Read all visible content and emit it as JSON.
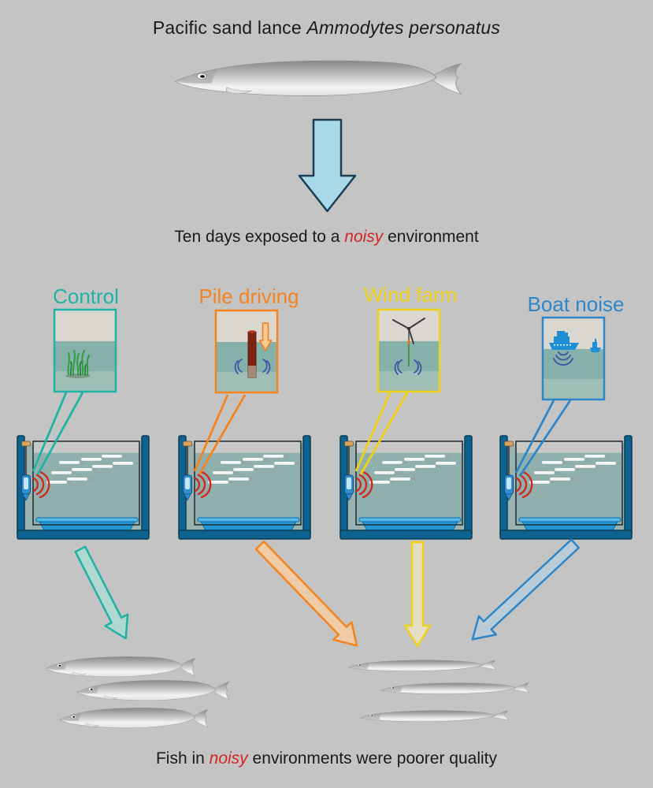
{
  "title": {
    "regular": "Pacific sand lance",
    "italic": "Ammodytes personatus"
  },
  "captions": {
    "exposure": {
      "pre": "Ten days exposed to a ",
      "emphasis": "noisy",
      "post": " environment"
    },
    "result": {
      "pre": "Fish in ",
      "emphasis": "noisy",
      "post": " environments were poorer quality"
    }
  },
  "treatments": [
    {
      "label": "Control",
      "color": "#1fb3a4",
      "icon": "seagrass-icon"
    },
    {
      "label": "Pile driving",
      "color": "#f5831f",
      "icon": "pile-driver-icon"
    },
    {
      "label": "Wind farm",
      "color": "#f0d117",
      "icon": "wind-turbine-icon"
    },
    {
      "label": "Boat noise",
      "color": "#2e86c8",
      "icon": "boats-icon"
    }
  ],
  "tanks": {
    "count": 4,
    "fish_per_tank": 9,
    "equipment_icon": "underwater-speaker-icon",
    "sound_icon": "red-sound-waves-icon"
  },
  "outcome": {
    "healthy_fish_count": 3,
    "poor_fish_count": 3
  },
  "icons": {
    "exposure_arrow": "large-down-block-arrow",
    "outcome_arrows": [
      "teal-down-right-arrow",
      "orange-down-right-arrow",
      "yellow-down-arrow",
      "blue-down-left-arrow"
    ]
  },
  "colors": {
    "bg": "#c4c4c4",
    "ink": "#1a1a1a",
    "red": "#d42421",
    "teal": "#1fb3a4",
    "orange": "#f5831f",
    "yellow": "#f0d117",
    "blue": "#2e86c8",
    "arrowFill": "#a9d9e9",
    "arrowEdge": "#1d3e52",
    "tankWall": "#0e6290",
    "tankEdge": "#0a3c55",
    "water": "#8fb0ad",
    "airBand": "#c8c8c6",
    "basin": "#2196d6",
    "waveRed": "#d02a1e",
    "waveBlue": "#3d55a5",
    "speakerBlue": "#2f8fd0",
    "panelSky": "#dad7d1",
    "panelWater": "#85b1aa",
    "panelShallow": "#a3c2b8"
  }
}
